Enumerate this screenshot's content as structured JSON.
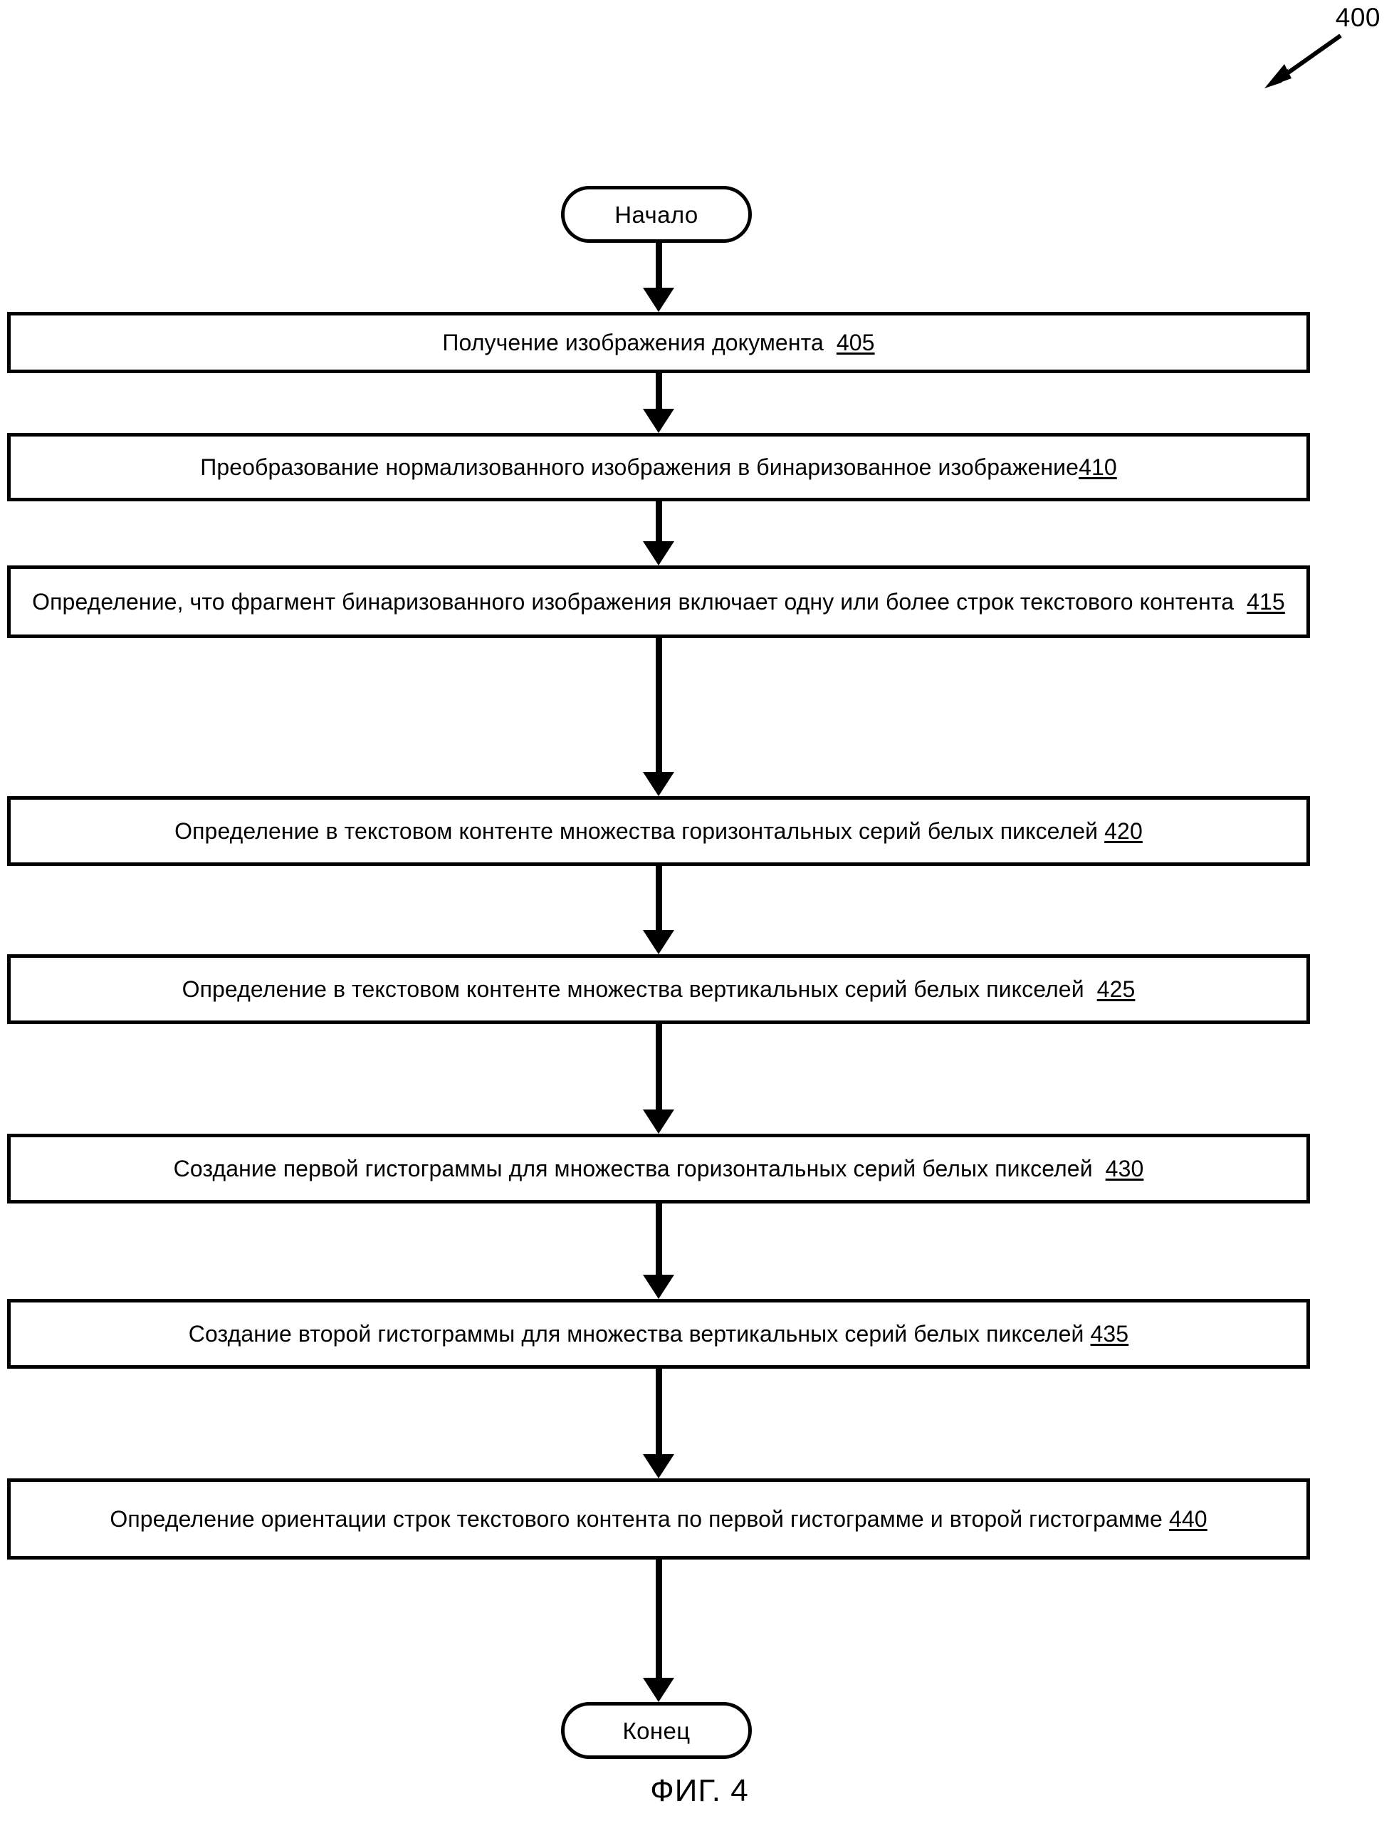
{
  "figure": {
    "reference_number": "400",
    "caption": "ФИГ. 4",
    "pointer_icon": "diagonal-arrow-icon"
  },
  "flowchart": {
    "start": {
      "label": "Начало"
    },
    "end": {
      "label": "Конец"
    },
    "steps": [
      {
        "id": "405",
        "text": "Получение изображения документа",
        "ref": "405",
        "lines": 1
      },
      {
        "id": "410",
        "text": "Преобразование нормализованного изображения в бинаризованное изображение",
        "ref": "410",
        "lines": 1
      },
      {
        "id": "415",
        "text": "Определение, что фрагмент бинаризованного изображения включает одну или более строк текстового контента",
        "ref": "415",
        "lines": 2
      },
      {
        "id": "420",
        "text": "Определение в текстовом контенте множества горизонтальных серий белых пикселей",
        "ref": "420",
        "lines": 1
      },
      {
        "id": "425",
        "text": "Определение в текстовом контенте множества вертикальных серий белых пикселей",
        "ref": "425",
        "lines": 1
      },
      {
        "id": "430",
        "text": "Создание первой гистограммы для множества горизонтальных серий белых пикселей",
        "ref": "430",
        "lines": 1
      },
      {
        "id": "435",
        "text": "Создание второй гистограммы для множества вертикальных серий белых пикселей",
        "ref": "435",
        "lines": 1
      },
      {
        "id": "440",
        "text": "Определение ориентации строк текстового контента по первой гистограмме и второй гистограмме",
        "ref": "440",
        "lines": 2
      }
    ]
  }
}
